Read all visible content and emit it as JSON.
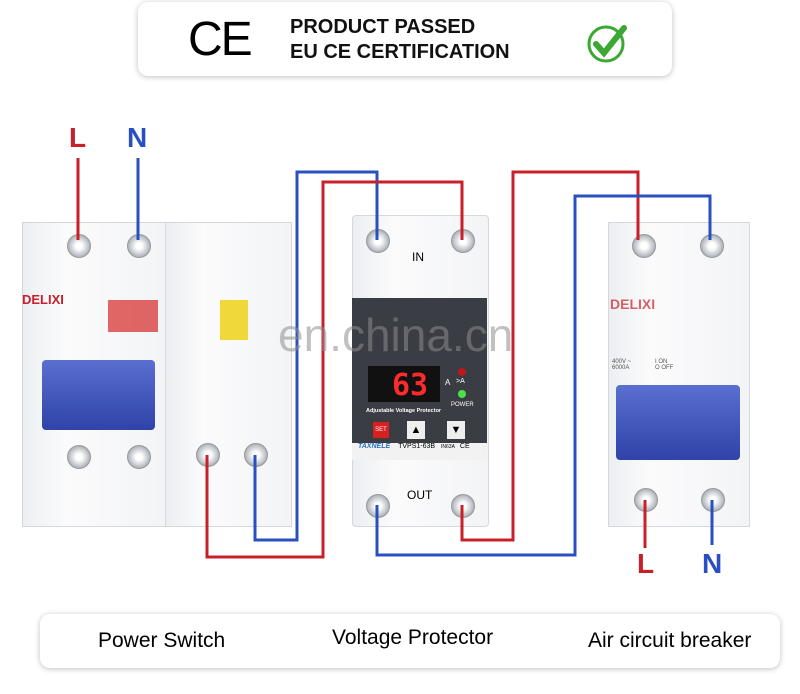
{
  "banner": {
    "ce_mark": "CE",
    "line1": "PRODUCT PASSED",
    "line2": "EU CE CERTIFICATION"
  },
  "wiring": {
    "input_l": "L",
    "input_n": "N",
    "output_l": "L",
    "output_n": "N"
  },
  "left_breaker": {
    "brand": "DELIXI"
  },
  "protector": {
    "in_label": "IN",
    "out_label": "OUT",
    "display": "63",
    "unit": "A",
    "over_label": ">A",
    "power_label": "POWER",
    "caption": "Adjustable Voltage Protector",
    "set_label": "SET",
    "brand": "TAXNELE",
    "model": "TVPS1-63B",
    "rating": "IN63A",
    "ce": "CE"
  },
  "right_breaker": {
    "brand": "DELIXI",
    "rating1": "400V ~",
    "rating2": "6000A",
    "on": "I ON",
    "off": "O OFF"
  },
  "watermark": "en.china.cn",
  "captions": [
    "Power Switch",
    "Voltage Protector",
    "Air circuit breaker"
  ],
  "colors": {
    "live": "#c8202a",
    "neutral": "#2a4fc0",
    "check": "#3aa832"
  }
}
